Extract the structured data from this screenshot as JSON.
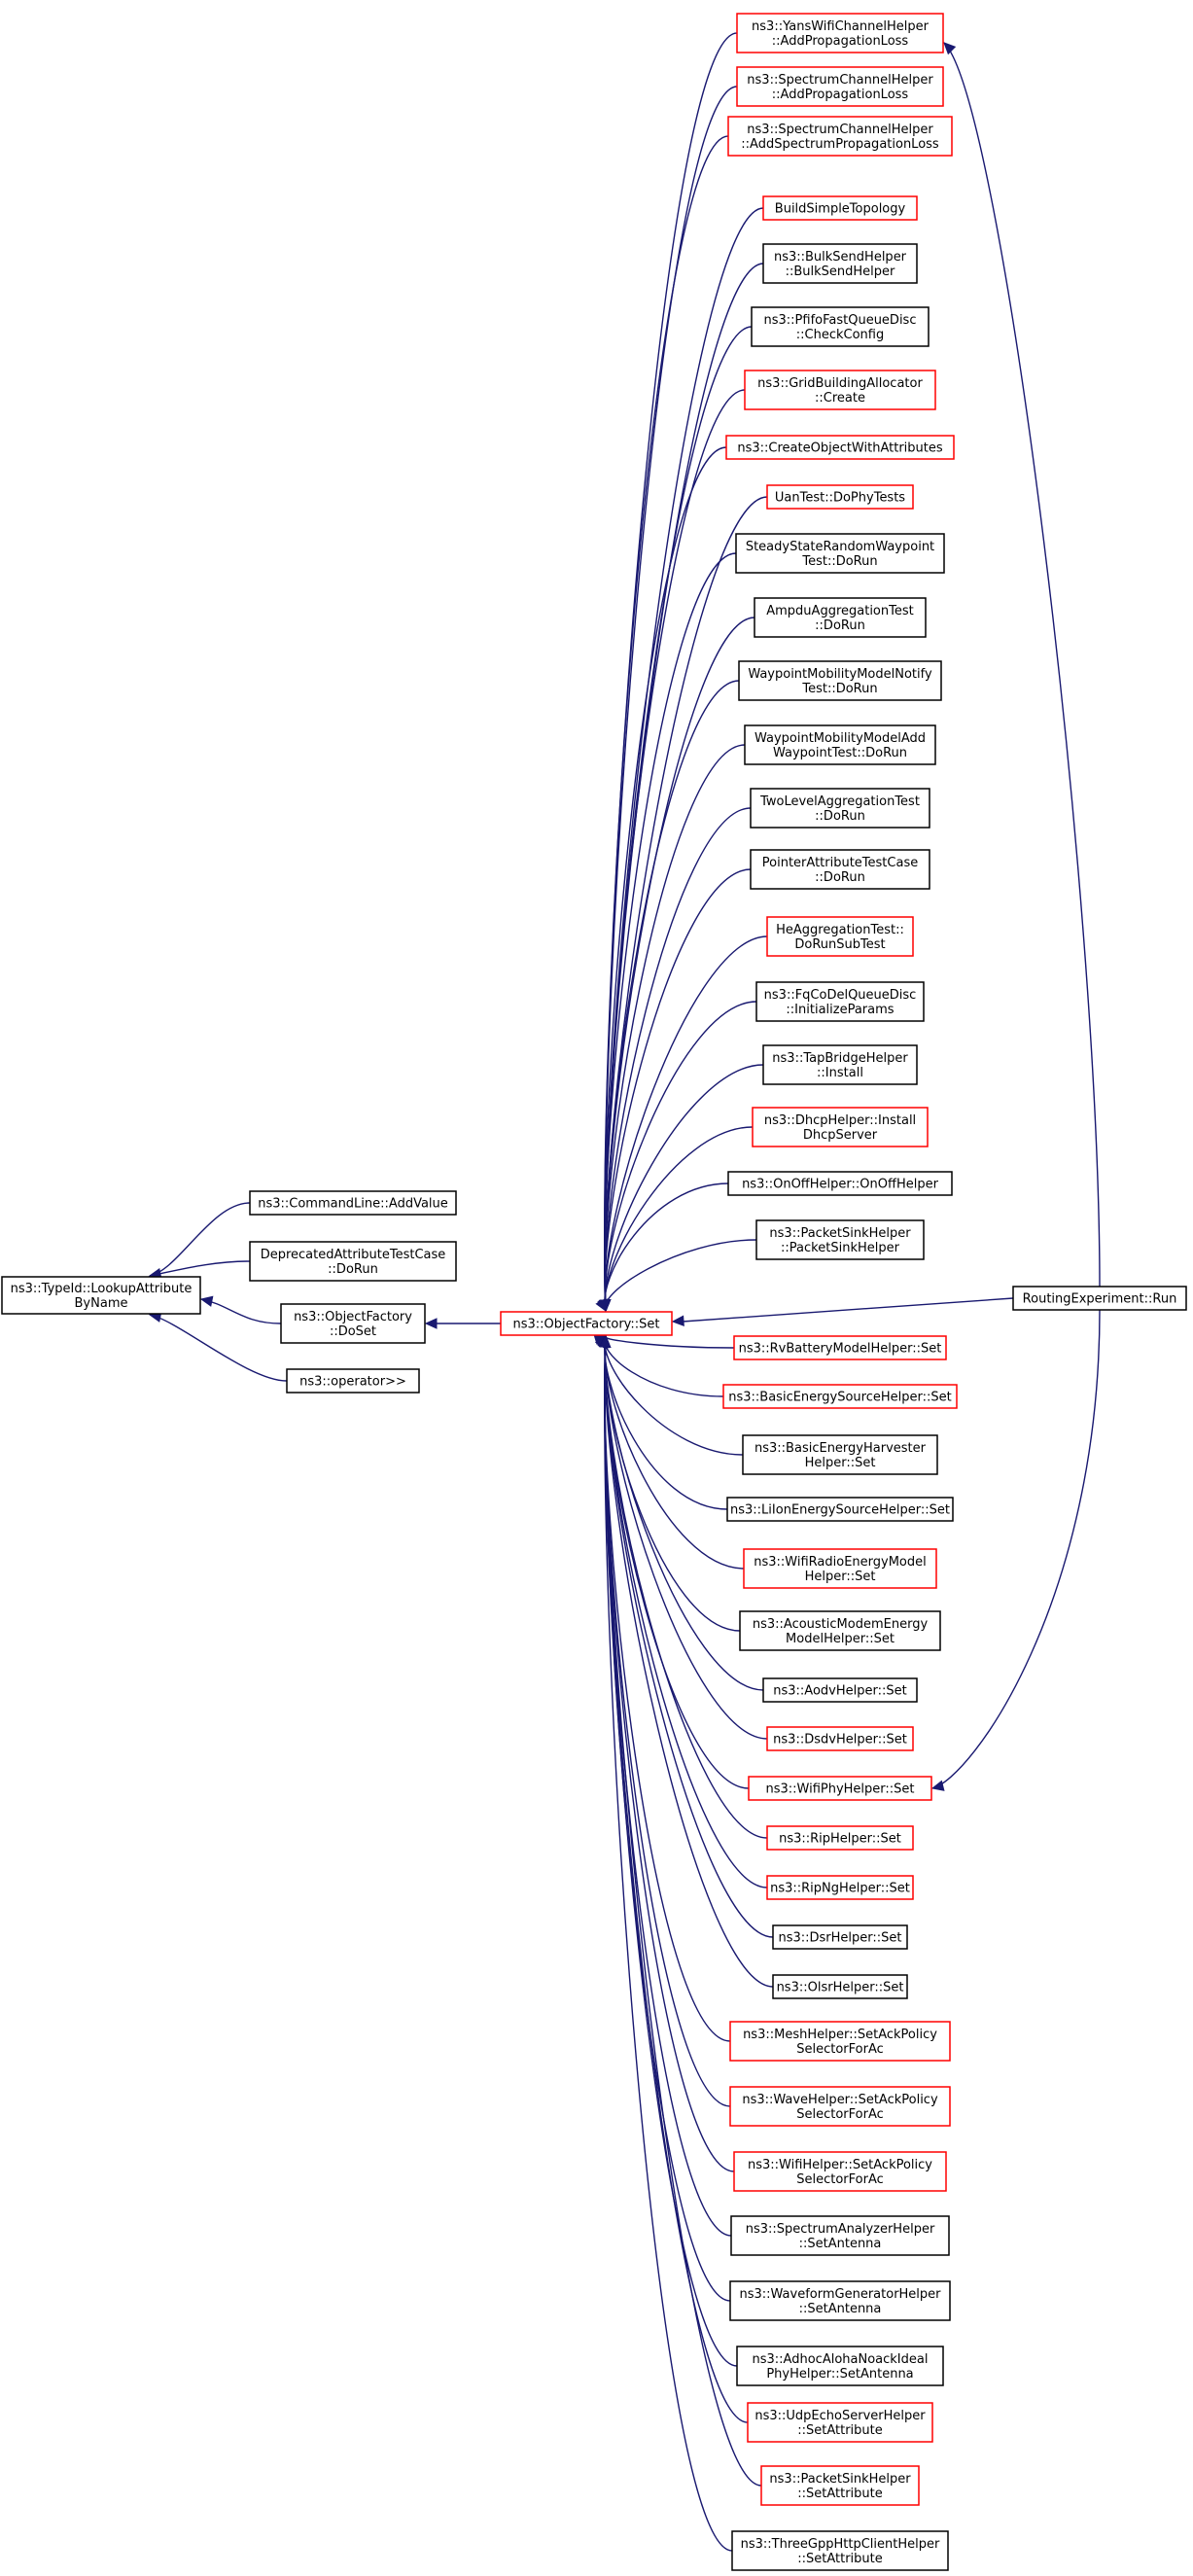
{
  "colors": {
    "edge": "#191970",
    "border_default": "#000000",
    "border_red": "#ff0000",
    "root_fill": "#bfbfbf"
  },
  "nodes": [
    {
      "id": "root",
      "lines": [
        "ns3::TypeId::LookupAttribute",
        "ByName"
      ],
      "style": "root"
    },
    {
      "id": "cmdline",
      "lines": [
        "ns3::CommandLine::AddValue"
      ],
      "style": "black"
    },
    {
      "id": "deprecated",
      "lines": [
        "DeprecatedAttributeTestCase",
        "::DoRun"
      ],
      "style": "black"
    },
    {
      "id": "objdoset",
      "lines": [
        "ns3::ObjectFactory",
        "::DoSet"
      ],
      "style": "black"
    },
    {
      "id": "operator",
      "lines": [
        "ns3::operator>>"
      ],
      "style": "black"
    },
    {
      "id": "objset",
      "lines": [
        "ns3::ObjectFactory::Set"
      ],
      "style": "red"
    },
    {
      "id": "routing",
      "lines": [
        "RoutingExperiment::Run"
      ],
      "style": "black"
    },
    {
      "id": "c0",
      "lines": [
        "ns3::YansWifiChannelHelper",
        "::AddPropagationLoss"
      ],
      "style": "red"
    },
    {
      "id": "c1",
      "lines": [
        "ns3::SpectrumChannelHelper",
        "::AddPropagationLoss"
      ],
      "style": "red"
    },
    {
      "id": "c2",
      "lines": [
        "ns3::SpectrumChannelHelper",
        "::AddSpectrumPropagationLoss"
      ],
      "style": "red"
    },
    {
      "id": "c3",
      "lines": [
        "BuildSimpleTopology"
      ],
      "style": "red"
    },
    {
      "id": "c4",
      "lines": [
        "ns3::BulkSendHelper",
        "::BulkSendHelper"
      ],
      "style": "black"
    },
    {
      "id": "c5",
      "lines": [
        "ns3::PfifoFastQueueDisc",
        "::CheckConfig"
      ],
      "style": "black"
    },
    {
      "id": "c6",
      "lines": [
        "ns3::GridBuildingAllocator",
        "::Create"
      ],
      "style": "red"
    },
    {
      "id": "c7",
      "lines": [
        "ns3::CreateObjectWithAttributes"
      ],
      "style": "red"
    },
    {
      "id": "c8",
      "lines": [
        "UanTest::DoPhyTests"
      ],
      "style": "red"
    },
    {
      "id": "c9",
      "lines": [
        "SteadyStateRandomWaypoint",
        "Test::DoRun"
      ],
      "style": "black"
    },
    {
      "id": "c10",
      "lines": [
        "AmpduAggregationTest",
        "::DoRun"
      ],
      "style": "black"
    },
    {
      "id": "c11",
      "lines": [
        "WaypointMobilityModelNotify",
        "Test::DoRun"
      ],
      "style": "black"
    },
    {
      "id": "c12",
      "lines": [
        "WaypointMobilityModelAdd",
        "WaypointTest::DoRun"
      ],
      "style": "black"
    },
    {
      "id": "c13",
      "lines": [
        "TwoLevelAggregationTest",
        "::DoRun"
      ],
      "style": "black"
    },
    {
      "id": "c14",
      "lines": [
        "PointerAttributeTestCase",
        "::DoRun"
      ],
      "style": "black"
    },
    {
      "id": "c15",
      "lines": [
        "HeAggregationTest::",
        "DoRunSubTest"
      ],
      "style": "red"
    },
    {
      "id": "c16",
      "lines": [
        "ns3::FqCoDelQueueDisc",
        "::InitializeParams"
      ],
      "style": "black"
    },
    {
      "id": "c17",
      "lines": [
        "ns3::TapBridgeHelper",
        "::Install"
      ],
      "style": "black"
    },
    {
      "id": "c18",
      "lines": [
        "ns3::DhcpHelper::Install",
        "DhcpServer"
      ],
      "style": "red"
    },
    {
      "id": "c19",
      "lines": [
        "ns3::OnOffHelper::OnOffHelper"
      ],
      "style": "black"
    },
    {
      "id": "c20",
      "lines": [
        "ns3::PacketSinkHelper",
        "::PacketSinkHelper"
      ],
      "style": "black"
    },
    {
      "id": "c21",
      "lines": [
        "ns3::RvBatteryModelHelper::Set"
      ],
      "style": "red"
    },
    {
      "id": "c22",
      "lines": [
        "ns3::BasicEnergySourceHelper::Set"
      ],
      "style": "red"
    },
    {
      "id": "c23",
      "lines": [
        "ns3::BasicEnergyHarvester",
        "Helper::Set"
      ],
      "style": "black"
    },
    {
      "id": "c24",
      "lines": [
        "ns3::LiIonEnergySourceHelper::Set"
      ],
      "style": "black"
    },
    {
      "id": "c25",
      "lines": [
        "ns3::WifiRadioEnergyModel",
        "Helper::Set"
      ],
      "style": "red"
    },
    {
      "id": "c26",
      "lines": [
        "ns3::AcousticModemEnergy",
        "ModelHelper::Set"
      ],
      "style": "black"
    },
    {
      "id": "c27",
      "lines": [
        "ns3::AodvHelper::Set"
      ],
      "style": "black"
    },
    {
      "id": "c28",
      "lines": [
        "ns3::DsdvHelper::Set"
      ],
      "style": "red"
    },
    {
      "id": "c29",
      "lines": [
        "ns3::WifiPhyHelper::Set"
      ],
      "style": "red"
    },
    {
      "id": "c30",
      "lines": [
        "ns3::RipHelper::Set"
      ],
      "style": "red"
    },
    {
      "id": "c31",
      "lines": [
        "ns3::RipNgHelper::Set"
      ],
      "style": "red"
    },
    {
      "id": "c32",
      "lines": [
        "ns3::DsrHelper::Set"
      ],
      "style": "black"
    },
    {
      "id": "c33",
      "lines": [
        "ns3::OlsrHelper::Set"
      ],
      "style": "black"
    },
    {
      "id": "c34",
      "lines": [
        "ns3::MeshHelper::SetAckPolicy",
        "SelectorForAc"
      ],
      "style": "red"
    },
    {
      "id": "c35",
      "lines": [
        "ns3::WaveHelper::SetAckPolicy",
        "SelectorForAc"
      ],
      "style": "red"
    },
    {
      "id": "c36",
      "lines": [
        "ns3::WifiHelper::SetAckPolicy",
        "SelectorForAc"
      ],
      "style": "red"
    },
    {
      "id": "c37",
      "lines": [
        "ns3::SpectrumAnalyzerHelper",
        "::SetAntenna"
      ],
      "style": "black"
    },
    {
      "id": "c38",
      "lines": [
        "ns3::WaveformGeneratorHelper",
        "::SetAntenna"
      ],
      "style": "black"
    },
    {
      "id": "c39",
      "lines": [
        "ns3::AdhocAlohaNoackIdeal",
        "PhyHelper::SetAntenna"
      ],
      "style": "black"
    },
    {
      "id": "c40",
      "lines": [
        "ns3::UdpEchoServerHelper",
        "::SetAttribute"
      ],
      "style": "red"
    },
    {
      "id": "c41",
      "lines": [
        "ns3::PacketSinkHelper",
        "::SetAttribute"
      ],
      "style": "red"
    },
    {
      "id": "c42",
      "lines": [
        "ns3::ThreeGppHttpClientHelper",
        "::SetAttribute"
      ],
      "style": "black"
    }
  ],
  "edges": [
    [
      "cmdline",
      "root"
    ],
    [
      "deprecated",
      "root"
    ],
    [
      "objdoset",
      "root"
    ],
    [
      "operator",
      "root"
    ],
    [
      "objset",
      "objdoset"
    ],
    [
      "c0",
      "objset"
    ],
    [
      "c1",
      "objset"
    ],
    [
      "c2",
      "objset"
    ],
    [
      "c3",
      "objset"
    ],
    [
      "c4",
      "objset"
    ],
    [
      "c5",
      "objset"
    ],
    [
      "c6",
      "objset"
    ],
    [
      "c7",
      "objset"
    ],
    [
      "c8",
      "objset"
    ],
    [
      "c9",
      "objset"
    ],
    [
      "c10",
      "objset"
    ],
    [
      "c11",
      "objset"
    ],
    [
      "c12",
      "objset"
    ],
    [
      "c13",
      "objset"
    ],
    [
      "c14",
      "objset"
    ],
    [
      "c15",
      "objset"
    ],
    [
      "c16",
      "objset"
    ],
    [
      "c17",
      "objset"
    ],
    [
      "c18",
      "objset"
    ],
    [
      "c19",
      "objset"
    ],
    [
      "c20",
      "objset"
    ],
    [
      "c21",
      "objset"
    ],
    [
      "c22",
      "objset"
    ],
    [
      "c23",
      "objset"
    ],
    [
      "c24",
      "objset"
    ],
    [
      "c25",
      "objset"
    ],
    [
      "c26",
      "objset"
    ],
    [
      "c27",
      "objset"
    ],
    [
      "c28",
      "objset"
    ],
    [
      "c29",
      "objset"
    ],
    [
      "c30",
      "objset"
    ],
    [
      "c31",
      "objset"
    ],
    [
      "c32",
      "objset"
    ],
    [
      "c33",
      "objset"
    ],
    [
      "c34",
      "objset"
    ],
    [
      "c35",
      "objset"
    ],
    [
      "c36",
      "objset"
    ],
    [
      "c37",
      "objset"
    ],
    [
      "c38",
      "objset"
    ],
    [
      "c39",
      "objset"
    ],
    [
      "c40",
      "objset"
    ],
    [
      "c41",
      "objset"
    ],
    [
      "c42",
      "objset"
    ],
    [
      "routing",
      "objset"
    ],
    [
      "routing",
      "c0"
    ],
    [
      "routing",
      "c29"
    ]
  ]
}
